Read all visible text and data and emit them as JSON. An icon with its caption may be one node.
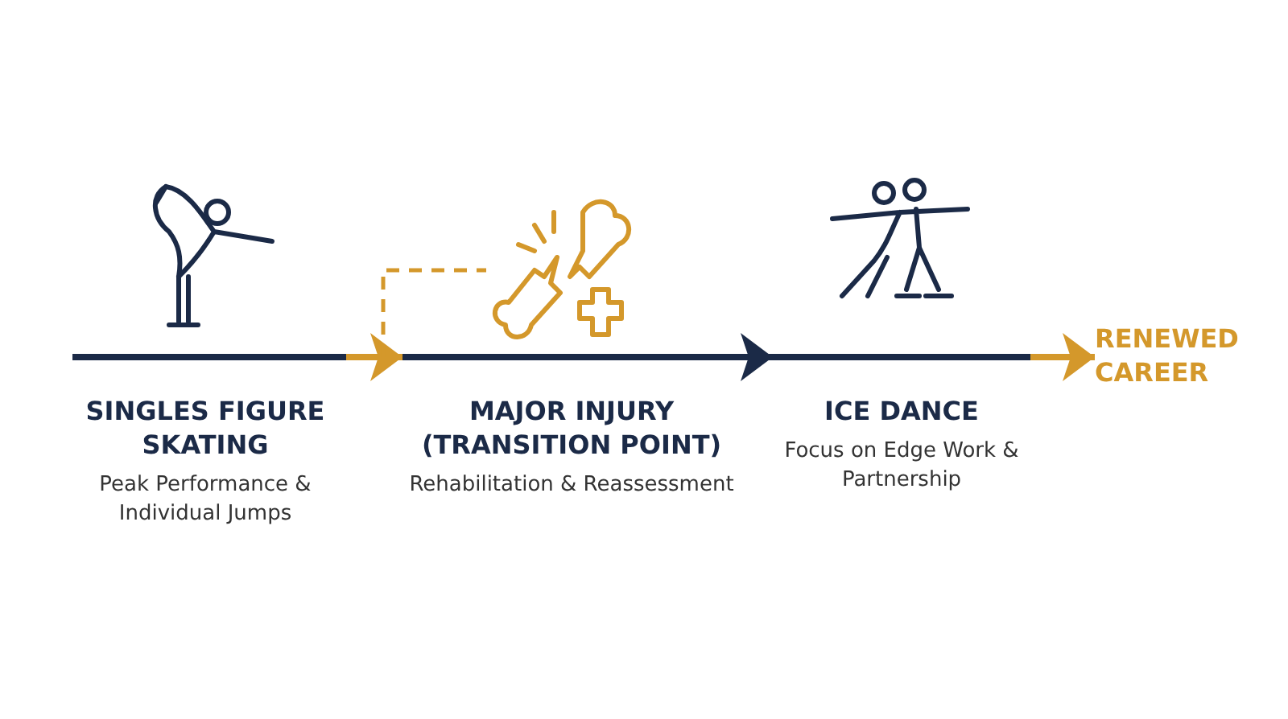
{
  "diagram": {
    "nodes": [
      {
        "text": [
          "SINGLES FIGURE SKATING",
          "Peak Performance & Individual Jumps"
        ]
      },
      {
        "text": [
          "MAJOR INJURY (TRANSITION POINT)",
          "Rehabilitation & Reassessment"
        ]
      },
      {
        "text": [
          "ICE DANCE",
          "Focus on Edge Work & Partnership"
        ]
      },
      {
        "text": [
          "RENEWED CAREER"
        ]
      },
      {
        "text": [],
        "shape": "picture",
        "in": 1
      }
    ],
    "edges": [
      {
        "from": 0,
        "to": 1,
        "arrow": "to",
        "color": "#d4982b"
      },
      {
        "from": 1,
        "to": 2,
        "arrow": "to",
        "color": "#1b2a47"
      },
      {
        "from": 2,
        "to": 3,
        "arrow": "to",
        "color": "#d4982b"
      },
      {
        "from": null,
        "to": 4,
        "arrow": "none",
        "style": "dashed",
        "color": "#d4982b"
      }
    ]
  }
}
